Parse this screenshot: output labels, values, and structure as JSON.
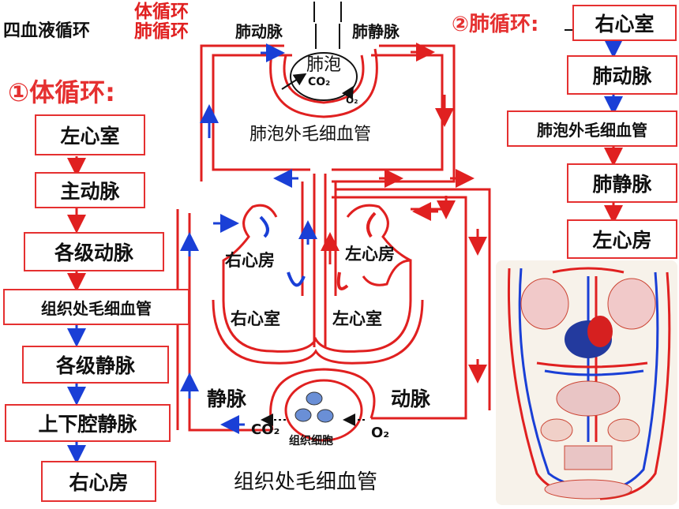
{
  "title": "四血液循环",
  "overlay_labels": {
    "systemic": "体循环",
    "pulmonary": "肺循环"
  },
  "section_systemic": "①体循环:",
  "section_pulmonary": "②肺循环:",
  "systemic_steps": [
    "左心室",
    "主动脉",
    "各级动脉",
    "组织处毛细血管",
    "各级静脉",
    "上下腔静脉",
    "右心房"
  ],
  "pulmonary_steps": [
    "右心室",
    "肺动脉",
    "肺泡外毛细血管",
    "肺静脉",
    "左心房"
  ],
  "diagram": {
    "pulmonary_artery": "肺动脉",
    "pulmonary_vein": "肺静脉",
    "alveolus": "肺泡",
    "co2": "CO₂",
    "o2": "O₂",
    "alveolar_capillary": "肺泡外毛细血管",
    "right_atrium": "右心房",
    "left_atrium": "左心房",
    "right_ventricle": "右心室",
    "left_ventricle": "左心室",
    "vein": "静脉",
    "artery": "动脉",
    "tissue_co2": "CO₂",
    "tissue_cell": "组织细胞",
    "tissue_o2": "O₂",
    "tissue_capillary": "组织处毛细血管"
  },
  "colors": {
    "arterial": "#e02020",
    "venous": "#1a3fd6",
    "box_border": "#e53030"
  }
}
